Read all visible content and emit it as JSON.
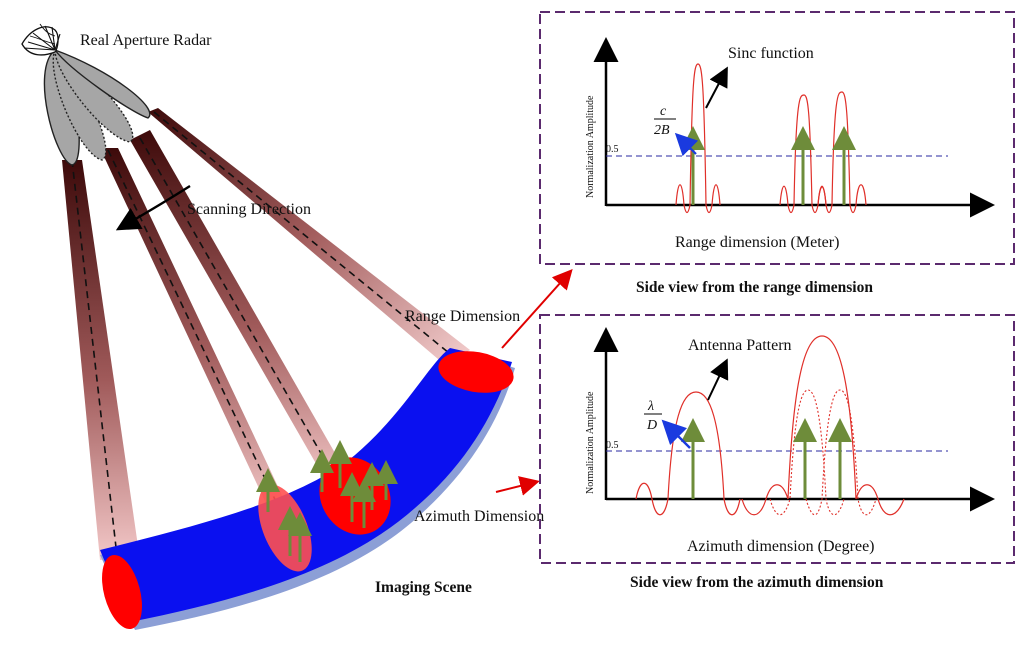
{
  "radar": {
    "label": "Real Aperture Radar"
  },
  "scan": {
    "label": "Scanning Direction"
  },
  "scene": {
    "range_label": "Range Dimension",
    "azimuth_label": "Azimuth Dimension",
    "caption": "Imaging Scene"
  },
  "range_panel": {
    "callout": "Sinc function",
    "ylabel": "Normalization Amplitude",
    "level": "0.5",
    "fraction_num": "c",
    "fraction_den": "2B",
    "xlabel": "Range dimension (Meter)",
    "caption": "Side view from the range dimension"
  },
  "azimuth_panel": {
    "callout": "Antenna Pattern",
    "ylabel": "Normalization Amplitude",
    "level": "0.5",
    "fraction_num": "λ",
    "fraction_den": "D",
    "xlabel": "Azimuth dimension (Degree)",
    "caption": "Side view from the azimuth dimension"
  },
  "colors": {
    "target_red": "#ff0000",
    "ground_blue": "#0a10f0",
    "ground_edge": "#8c9fd6",
    "arrow_green": "#6e8c3a",
    "panel_border": "#5b2a6e",
    "curve_red": "#e0302a",
    "level_blue": "#2a2aa0",
    "callout_black": "#000000",
    "width_arrow_blue": "#1a3adf",
    "beam_dark": "#4a0c0c"
  },
  "icons": [
    "radar-antenna-icon"
  ]
}
